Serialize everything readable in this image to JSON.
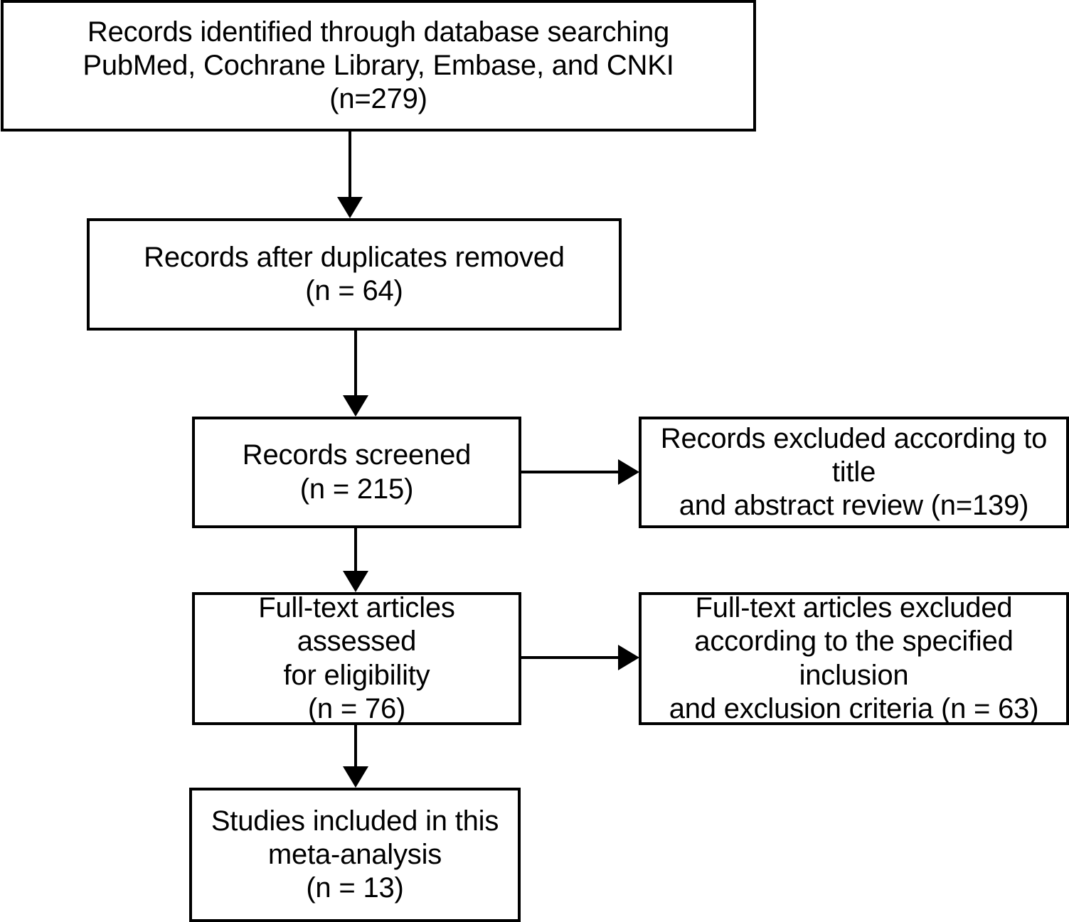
{
  "diagram": {
    "type": "prisma-flow-diagram",
    "stroke_color": "#000000",
    "background_color": "#ffffff",
    "boxes": [
      {
        "id": "identified",
        "text": "Records identified through database searching\nPubMed, Cochrane Library, Embase, and CNKI\n(n=279)",
        "count": 279
      },
      {
        "id": "duplicates_removed",
        "text": "Records after duplicates removed\n(n = 64)",
        "count": 64
      },
      {
        "id": "screened",
        "text": "Records screened\n(n = 215)",
        "count": 215
      },
      {
        "id": "excluded_title_abstract",
        "text": "Records excluded according to title\nand abstract review (n=139)",
        "count": 139
      },
      {
        "id": "fulltext_assessed",
        "text": "Full-text articles assessed\nfor eligibility\n(n = 76)",
        "count": 76
      },
      {
        "id": "fulltext_excluded",
        "text": "Full-text articles excluded\naccording to the specified inclusion\nand exclusion criteria (n = 63)",
        "count": 63
      },
      {
        "id": "included",
        "text": "Studies included in this\nmeta-analysis\n(n = 13)",
        "count": 13
      }
    ],
    "connectors": [
      {
        "id": "identified-to-duplicates",
        "from": "identified",
        "to": "duplicates_removed",
        "direction": "down"
      },
      {
        "id": "duplicates-to-screened",
        "from": "duplicates_removed",
        "to": "screened",
        "direction": "down"
      },
      {
        "id": "screened-to-excluded-title",
        "from": "screened",
        "to": "excluded_title_abstract",
        "direction": "right"
      },
      {
        "id": "screened-to-fulltext",
        "from": "screened",
        "to": "fulltext_assessed",
        "direction": "down"
      },
      {
        "id": "fulltext-to-excluded-full",
        "from": "fulltext_assessed",
        "to": "fulltext_excluded",
        "direction": "right"
      },
      {
        "id": "fulltext-to-included",
        "from": "fulltext_assessed",
        "to": "included",
        "direction": "down"
      }
    ]
  }
}
